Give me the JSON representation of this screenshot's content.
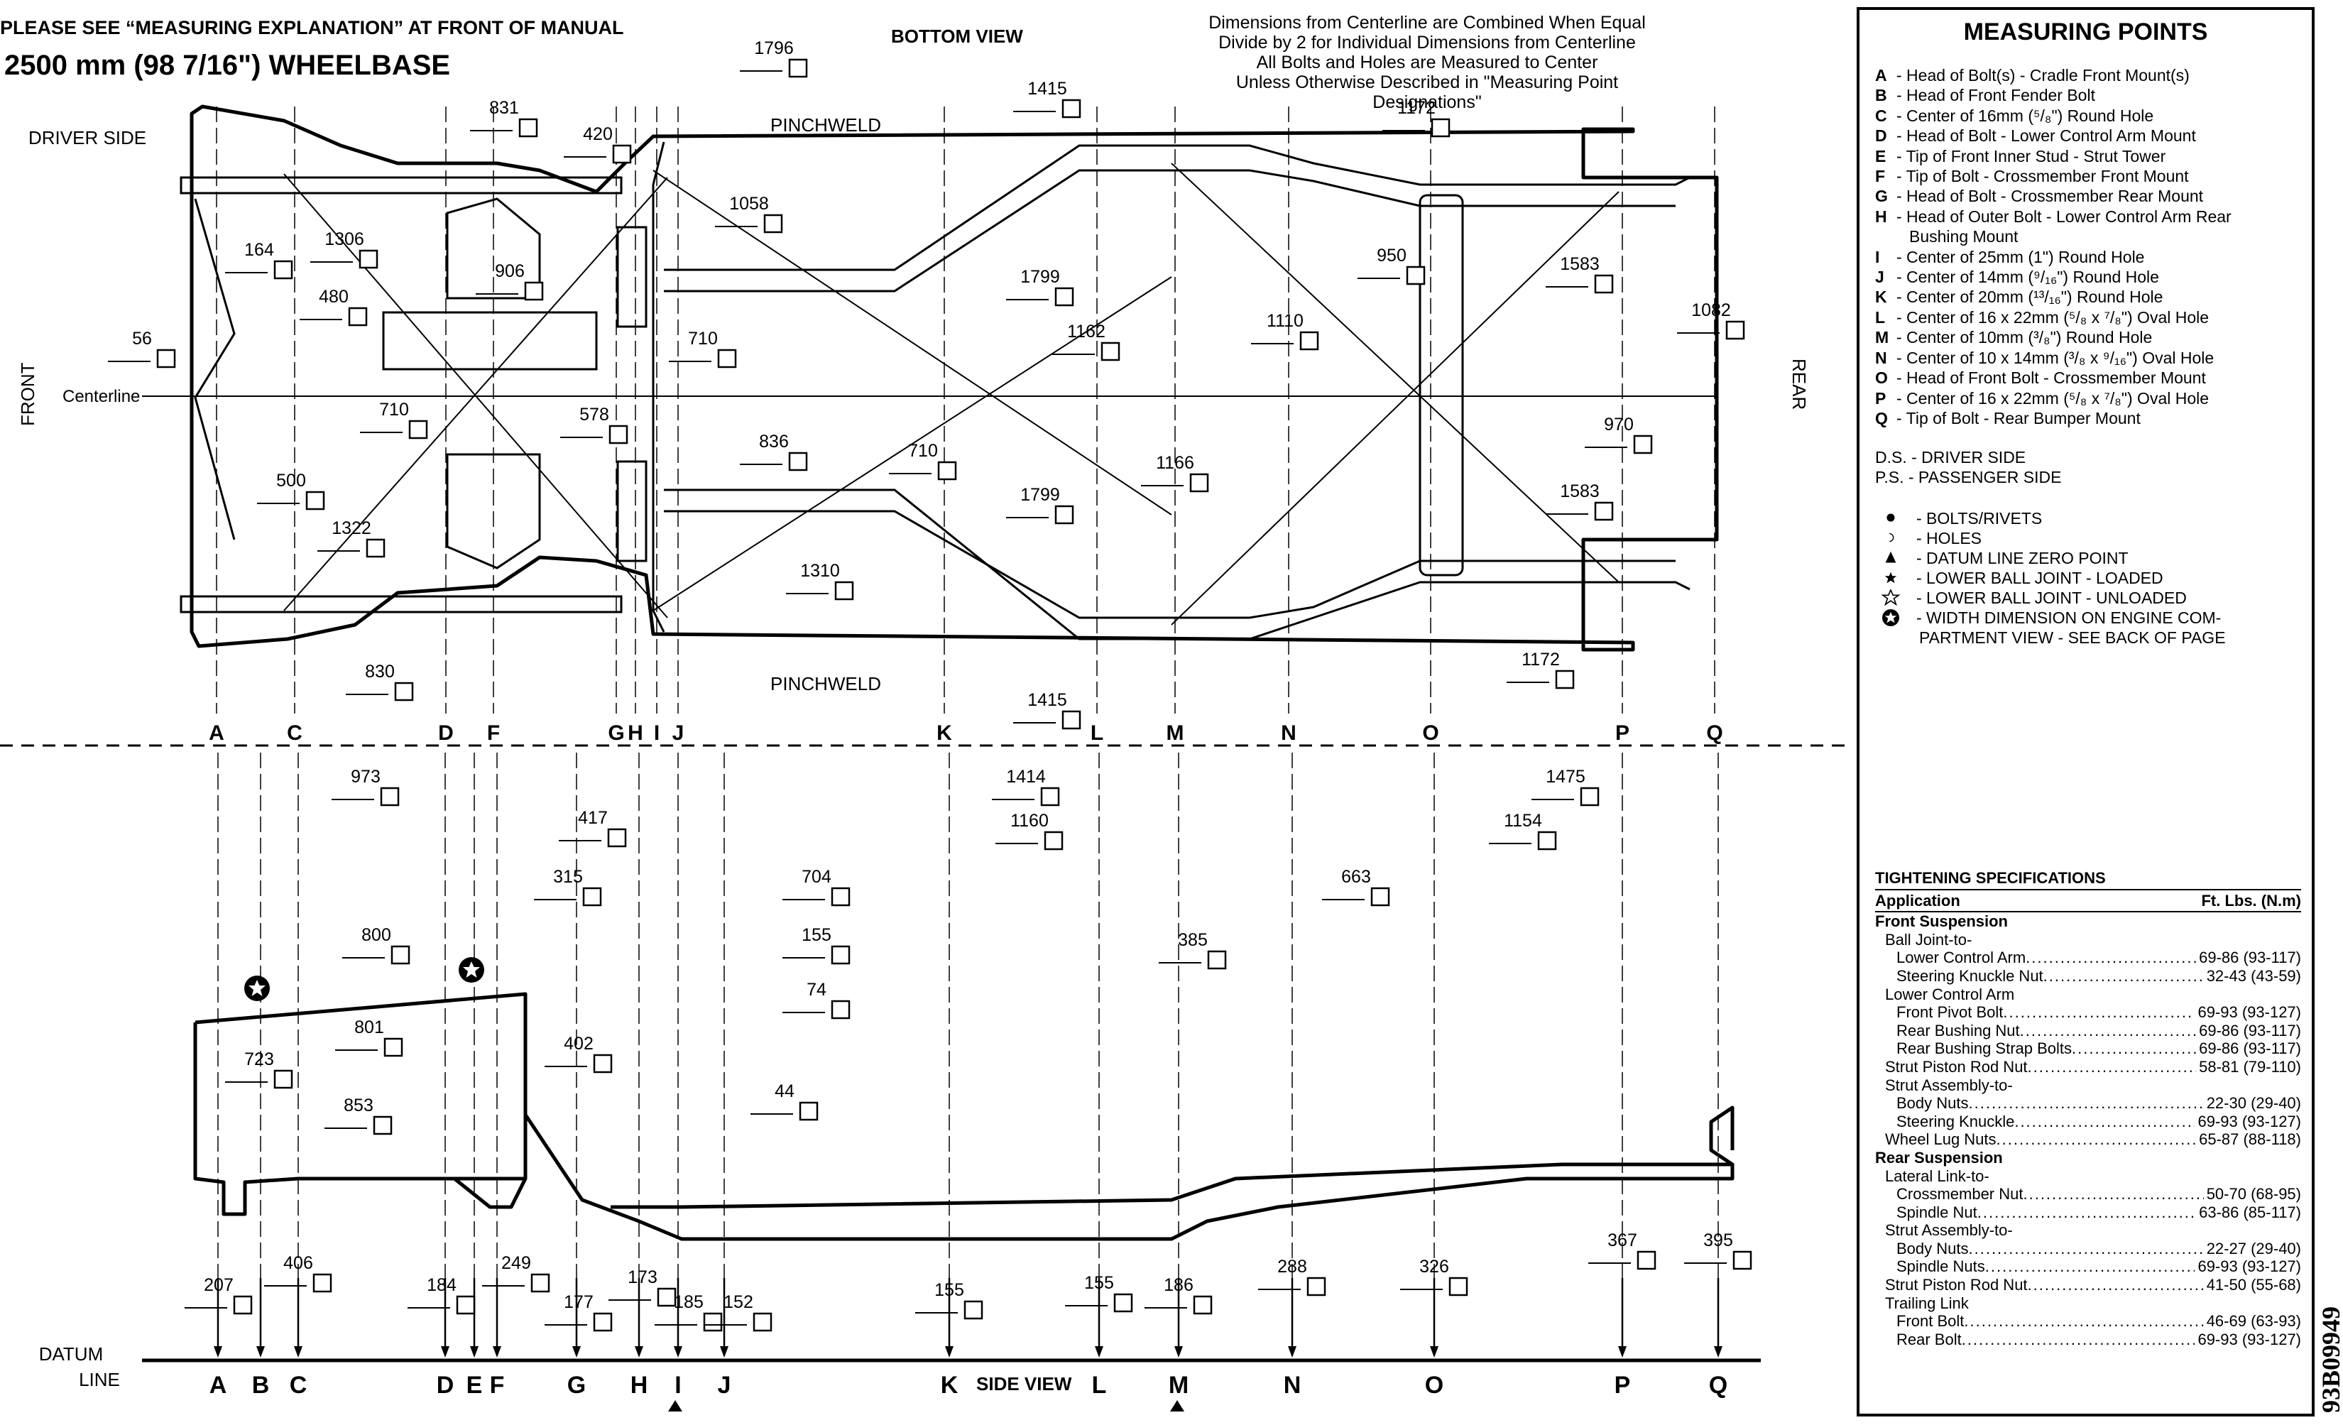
{
  "header": {
    "notice": "PLEASE SEE “MEASURING EXPLANATION” AT FRONT OF MANUAL",
    "wheelbase": "2500 mm (98 7/16\") WHEELBASE",
    "notes": [
      "Dimensions from Centerline are Combined When Equal",
      "Divide by 2 for Individual Dimensions from Centerline",
      "All Bolts and Holes are Measured to Center",
      "Unless Otherwise Described in \"Measuring Point Designations\""
    ]
  },
  "labels": {
    "bottom_view": "BOTTOM VIEW",
    "side_view": "SIDE VIEW",
    "driver_side": "DRIVER SIDE",
    "front": "FRONT",
    "rear": "REAR",
    "centerline": "Centerline",
    "pinchweld": "PINCHWELD",
    "datum": "DATUM",
    "line": "LINE"
  },
  "bottom_points": [
    "A",
    "C",
    "D",
    "F",
    "G",
    "H",
    "I",
    "J",
    "K",
    "L",
    "M",
    "N",
    "O",
    "P",
    "Q"
  ],
  "side_points": [
    "A",
    "B",
    "C",
    "D",
    "E",
    "F",
    "G",
    "H",
    "I",
    "J",
    "K",
    "L",
    "M",
    "N",
    "O",
    "P",
    "Q"
  ],
  "bottom_dimensions": [
    "1796",
    "1415",
    "1172",
    "831",
    "420",
    "164",
    "1306",
    "480",
    "56",
    "906",
    "1058",
    "710",
    "578",
    "710",
    "500",
    "1322",
    "836",
    "710",
    "1799",
    "1162",
    "1166",
    "1110",
    "950",
    "1583",
    "1082",
    "970",
    "1583",
    "1310",
    "1799",
    "830",
    "1415",
    "1172"
  ],
  "side_dimensions": [
    "973",
    "1414",
    "1475",
    "417",
    "1160",
    "1154",
    "315",
    "704",
    "663",
    "800",
    "155",
    "385",
    "74",
    "801",
    "723",
    "402",
    "853",
    "44",
    "207",
    "406",
    "184",
    "249",
    "173",
    "177",
    "185",
    "152",
    "155",
    "155",
    "186",
    "288",
    "326",
    "367",
    "395"
  ],
  "measuring_points": {
    "title": "MEASURING POINTS",
    "items": [
      {
        "key": "A",
        "text": "- Head of Bolt(s) - Cradle Front Mount(s)"
      },
      {
        "key": "B",
        "text": "- Head of Front Fender Bolt"
      },
      {
        "key": "C",
        "text": "- Center of 16mm (⁵/₈\") Round Hole"
      },
      {
        "key": "D",
        "text": "- Head of Bolt - Lower Control Arm Mount"
      },
      {
        "key": "E",
        "text": "- Tip of Front Inner Stud - Strut Tower"
      },
      {
        "key": "F",
        "text": "- Tip of Bolt - Crossmember Front Mount"
      },
      {
        "key": "G",
        "text": "- Head of Bolt - Crossmember Rear Mount"
      },
      {
        "key": "H",
        "text": "- Head of Outer Bolt - Lower Control Arm Rear"
      },
      {
        "key": "",
        "text": "Bushing Mount"
      },
      {
        "key": "I",
        "text": "- Center of 25mm (1\") Round Hole"
      },
      {
        "key": "J",
        "text": "- Center of 14mm (⁹/₁₆\") Round Hole"
      },
      {
        "key": "K",
        "text": "- Center of 20mm (¹³/₁₆\") Round Hole"
      },
      {
        "key": "L",
        "text": "- Center of 16 x 22mm (⁵/₈ x ⁷/₈\") Oval Hole"
      },
      {
        "key": "M",
        "text": "- Center of 10mm (³/₈\") Round Hole"
      },
      {
        "key": "N",
        "text": "- Center of 10 x 14mm (³/₈ x ⁹/₁₆\") Oval Hole"
      },
      {
        "key": "O",
        "text": "- Head of Front Bolt - Crossmember Mount"
      },
      {
        "key": "P",
        "text": "- Center of 16 x 22mm (⁵/₈ x ⁷/₈\") Oval Hole"
      },
      {
        "key": "Q",
        "text": "- Tip of Bolt - Rear Bumper Mount"
      }
    ],
    "abbreviations": [
      "D.S. - DRIVER SIDE",
      "P.S. - PASSENGER SIDE"
    ],
    "legend": [
      {
        "symbol": "dot",
        "text": "- BOLTS/RIVETS"
      },
      {
        "symbol": "hole",
        "text": "- HOLES"
      },
      {
        "symbol": "triangle",
        "text": "- DATUM LINE ZERO POINT"
      },
      {
        "symbol": "star",
        "text": "- LOWER BALL JOINT - LOADED"
      },
      {
        "symbol": "star-open",
        "text": "- LOWER BALL JOINT - UNLOADED"
      },
      {
        "symbol": "star-circle",
        "text": "- WIDTH DIMENSION ON ENGINE COM-"
      },
      {
        "symbol": "",
        "text": "PARTMENT VIEW - SEE BACK OF PAGE"
      }
    ]
  },
  "tightening": {
    "title": "TIGHTENING SPECIFICATIONS",
    "col_application": "Application",
    "col_value": "Ft. Lbs. (N.m)",
    "rows": [
      {
        "indent": 0,
        "section": true,
        "label": "Front Suspension",
        "value": ""
      },
      {
        "indent": 1,
        "section": false,
        "label": "Ball Joint-to-",
        "value": ""
      },
      {
        "indent": 2,
        "section": false,
        "label": "Lower Control Arm",
        "value": "69-86 (93-117)"
      },
      {
        "indent": 2,
        "section": false,
        "label": "Steering Knuckle Nut",
        "value": "32-43 (43-59)"
      },
      {
        "indent": 1,
        "section": false,
        "label": "Lower Control Arm",
        "value": ""
      },
      {
        "indent": 2,
        "section": false,
        "label": "Front Pivot Bolt",
        "value": "69-93 (93-127)"
      },
      {
        "indent": 2,
        "section": false,
        "label": "Rear Bushing Nut",
        "value": "69-86 (93-117)"
      },
      {
        "indent": 2,
        "section": false,
        "label": "Rear Bushing Strap Bolts",
        "value": "69-86 (93-117)"
      },
      {
        "indent": 1,
        "section": false,
        "label": "Strut Piston Rod Nut",
        "value": "58-81 (79-110)"
      },
      {
        "indent": 1,
        "section": false,
        "label": "Strut Assembly-to-",
        "value": ""
      },
      {
        "indent": 2,
        "section": false,
        "label": "Body Nuts",
        "value": "22-30 (29-40)"
      },
      {
        "indent": 2,
        "section": false,
        "label": "Steering Knuckle",
        "value": "69-93 (93-127)"
      },
      {
        "indent": 1,
        "section": false,
        "label": "Wheel Lug Nuts",
        "value": "65-87 (88-118)"
      },
      {
        "indent": 0,
        "section": true,
        "label": "Rear Suspension",
        "value": ""
      },
      {
        "indent": 1,
        "section": false,
        "label": "Lateral Link-to-",
        "value": ""
      },
      {
        "indent": 2,
        "section": false,
        "label": "Crossmember Nut",
        "value": "50-70 (68-95)"
      },
      {
        "indent": 2,
        "section": false,
        "label": "Spindle Nut",
        "value": "63-86 (85-117)"
      },
      {
        "indent": 1,
        "section": false,
        "label": "Strut Assembly-to-",
        "value": ""
      },
      {
        "indent": 2,
        "section": false,
        "label": "Body Nuts",
        "value": "22-27 (29-40)"
      },
      {
        "indent": 2,
        "section": false,
        "label": "Spindle Nuts",
        "value": "69-93 (93-127)"
      },
      {
        "indent": 1,
        "section": false,
        "label": "Strut Piston Rod Nut",
        "value": "41-50 (55-68)"
      },
      {
        "indent": 1,
        "section": false,
        "label": "Trailing Link",
        "value": ""
      },
      {
        "indent": 2,
        "section": false,
        "label": "Front Bolt",
        "value": "46-69 (63-93)"
      },
      {
        "indent": 2,
        "section": false,
        "label": "Rear Bolt",
        "value": "69-93 (93-127)"
      }
    ]
  },
  "figure_id": "93B09949"
}
